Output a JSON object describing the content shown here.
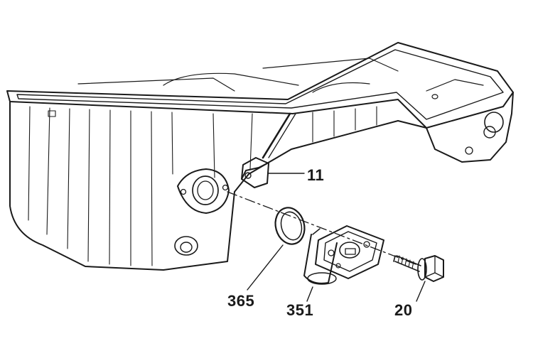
{
  "callouts": {
    "sensor": "11",
    "seal_ring": "365",
    "housing": "351",
    "bolt": "20"
  },
  "colors": {
    "ink": "#1a1a1a",
    "paper": "#ffffff"
  }
}
